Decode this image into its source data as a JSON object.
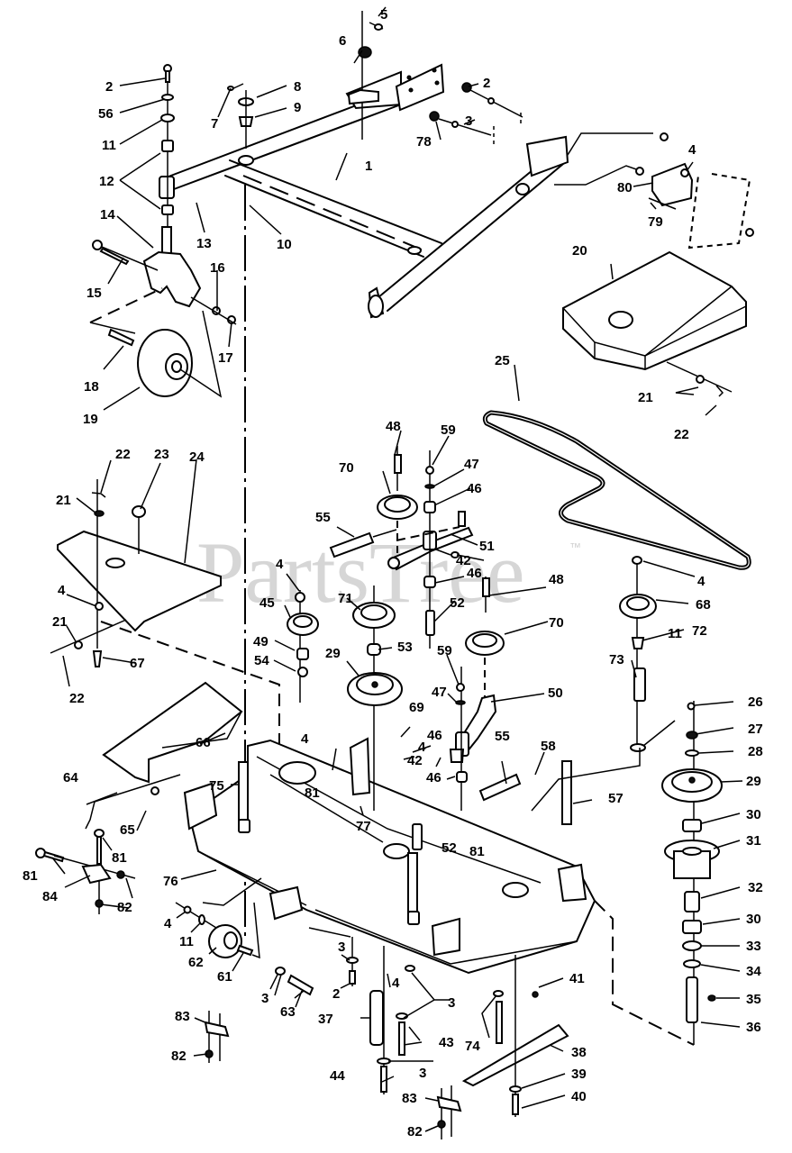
{
  "diagram": {
    "title": "Mower deck assembly exploded parts diagram",
    "watermark": "PartsTree",
    "trademark": "™",
    "callouts": [
      {
        "id": "c1",
        "label": "1"
      },
      {
        "id": "c2a",
        "label": "2"
      },
      {
        "id": "c2b",
        "label": "2"
      },
      {
        "id": "c2c",
        "label": "2"
      },
      {
        "id": "c3a",
        "label": "3"
      },
      {
        "id": "c3b",
        "label": "3"
      },
      {
        "id": "c3c",
        "label": "3"
      },
      {
        "id": "c3d",
        "label": "3"
      },
      {
        "id": "c3e",
        "label": "3"
      },
      {
        "id": "c4a",
        "label": "4"
      },
      {
        "id": "c4b",
        "label": "4"
      },
      {
        "id": "c4c",
        "label": "4"
      },
      {
        "id": "c4d",
        "label": "4"
      },
      {
        "id": "c4e",
        "label": "4"
      },
      {
        "id": "c4f",
        "label": "4"
      },
      {
        "id": "c4g",
        "label": "4"
      },
      {
        "id": "c4h",
        "label": "4"
      },
      {
        "id": "c5",
        "label": "5"
      },
      {
        "id": "c6",
        "label": "6"
      },
      {
        "id": "c7",
        "label": "7"
      },
      {
        "id": "c8",
        "label": "8"
      },
      {
        "id": "c9",
        "label": "9"
      },
      {
        "id": "c10",
        "label": "10"
      },
      {
        "id": "c11a",
        "label": "11"
      },
      {
        "id": "c11b",
        "label": "11"
      },
      {
        "id": "c11c",
        "label": "11"
      },
      {
        "id": "c12",
        "label": "12"
      },
      {
        "id": "c13",
        "label": "13"
      },
      {
        "id": "c14",
        "label": "14"
      },
      {
        "id": "c15",
        "label": "15"
      },
      {
        "id": "c16",
        "label": "16"
      },
      {
        "id": "c17",
        "label": "17"
      },
      {
        "id": "c18",
        "label": "18"
      },
      {
        "id": "c19",
        "label": "19"
      },
      {
        "id": "c20",
        "label": "20"
      },
      {
        "id": "c21a",
        "label": "21"
      },
      {
        "id": "c21b",
        "label": "21"
      },
      {
        "id": "c21c",
        "label": "21"
      },
      {
        "id": "c22a",
        "label": "22"
      },
      {
        "id": "c22b",
        "label": "22"
      },
      {
        "id": "c22c",
        "label": "22"
      },
      {
        "id": "c23",
        "label": "23"
      },
      {
        "id": "c24",
        "label": "24"
      },
      {
        "id": "c25",
        "label": "25"
      },
      {
        "id": "c26",
        "label": "26"
      },
      {
        "id": "c27",
        "label": "27"
      },
      {
        "id": "c28",
        "label": "28"
      },
      {
        "id": "c29a",
        "label": "29"
      },
      {
        "id": "c29b",
        "label": "29"
      },
      {
        "id": "c30a",
        "label": "30"
      },
      {
        "id": "c30b",
        "label": "30"
      },
      {
        "id": "c31",
        "label": "31"
      },
      {
        "id": "c32",
        "label": "32"
      },
      {
        "id": "c33",
        "label": "33"
      },
      {
        "id": "c34",
        "label": "34"
      },
      {
        "id": "c35",
        "label": "35"
      },
      {
        "id": "c36",
        "label": "36"
      },
      {
        "id": "c37",
        "label": "37"
      },
      {
        "id": "c38",
        "label": "38"
      },
      {
        "id": "c39",
        "label": "39"
      },
      {
        "id": "c40",
        "label": "40"
      },
      {
        "id": "c41",
        "label": "41"
      },
      {
        "id": "c42a",
        "label": "42"
      },
      {
        "id": "c42b",
        "label": "42"
      },
      {
        "id": "c43",
        "label": "43"
      },
      {
        "id": "c44",
        "label": "44"
      },
      {
        "id": "c45",
        "label": "45"
      },
      {
        "id": "c46a",
        "label": "46"
      },
      {
        "id": "c46b",
        "label": "46"
      },
      {
        "id": "c46c",
        "label": "46"
      },
      {
        "id": "c46d",
        "label": "46"
      },
      {
        "id": "c47a",
        "label": "47"
      },
      {
        "id": "c47b",
        "label": "47"
      },
      {
        "id": "c48a",
        "label": "48"
      },
      {
        "id": "c48b",
        "label": "48"
      },
      {
        "id": "c49",
        "label": "49"
      },
      {
        "id": "c50",
        "label": "50"
      },
      {
        "id": "c51",
        "label": "51"
      },
      {
        "id": "c52a",
        "label": "52"
      },
      {
        "id": "c52b",
        "label": "52"
      },
      {
        "id": "c53",
        "label": "53"
      },
      {
        "id": "c54",
        "label": "54"
      },
      {
        "id": "c55a",
        "label": "55"
      },
      {
        "id": "c55b",
        "label": "55"
      },
      {
        "id": "c56",
        "label": "56"
      },
      {
        "id": "c57",
        "label": "57"
      },
      {
        "id": "c58",
        "label": "58"
      },
      {
        "id": "c59a",
        "label": "59"
      },
      {
        "id": "c59b",
        "label": "59"
      },
      {
        "id": "c61",
        "label": "61"
      },
      {
        "id": "c62",
        "label": "62"
      },
      {
        "id": "c63",
        "label": "63"
      },
      {
        "id": "c64",
        "label": "64"
      },
      {
        "id": "c65",
        "label": "65"
      },
      {
        "id": "c66",
        "label": "66"
      },
      {
        "id": "c67",
        "label": "67"
      },
      {
        "id": "c68",
        "label": "68"
      },
      {
        "id": "c69",
        "label": "69"
      },
      {
        "id": "c70a",
        "label": "70"
      },
      {
        "id": "c70b",
        "label": "70"
      },
      {
        "id": "c71",
        "label": "71"
      },
      {
        "id": "c72",
        "label": "72"
      },
      {
        "id": "c73",
        "label": "73"
      },
      {
        "id": "c74",
        "label": "74"
      },
      {
        "id": "c75",
        "label": "75"
      },
      {
        "id": "c76",
        "label": "76"
      },
      {
        "id": "c77",
        "label": "77"
      },
      {
        "id": "c78",
        "label": "78"
      },
      {
        "id": "c79",
        "label": "79"
      },
      {
        "id": "c80",
        "label": "80"
      },
      {
        "id": "c81a",
        "label": "81"
      },
      {
        "id": "c81b",
        "label": "81"
      },
      {
        "id": "c81c",
        "label": "81"
      },
      {
        "id": "c81d",
        "label": "81"
      },
      {
        "id": "c82a",
        "label": "82"
      },
      {
        "id": "c82b",
        "label": "82"
      },
      {
        "id": "c82c",
        "label": "82"
      },
      {
        "id": "c83a",
        "label": "83"
      },
      {
        "id": "c83b",
        "label": "83"
      },
      {
        "id": "c84",
        "label": "84"
      }
    ]
  }
}
